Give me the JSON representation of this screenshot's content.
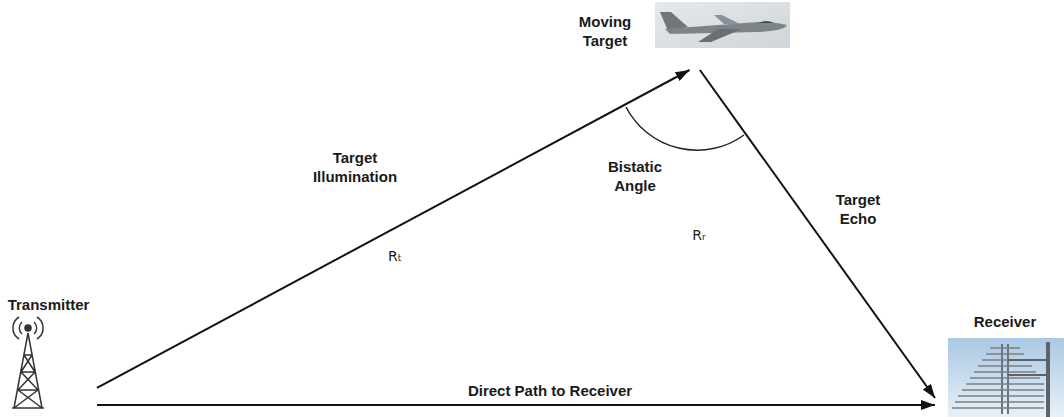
{
  "diagram": {
    "nodes": [
      {
        "text": [
          "Transmitter"
        ]
      },
      {
        "text": [
          "Moving Target"
        ]
      },
      {
        "text": [
          "Receiver"
        ]
      }
    ],
    "edges": [
      {
        "from": 0,
        "to": 1,
        "arrow": "to",
        "label": "Target Illumination"
      },
      {
        "from": 1,
        "to": 2,
        "arrow": "to",
        "label": "Target Echo"
      },
      {
        "from": 0,
        "to": 2,
        "arrow": "to",
        "label": "Direct Path to Receiver"
      }
    ],
    "labels": [
      "Rₜ",
      "Bistatic Angle",
      "Rᵣ"
    ]
  }
}
